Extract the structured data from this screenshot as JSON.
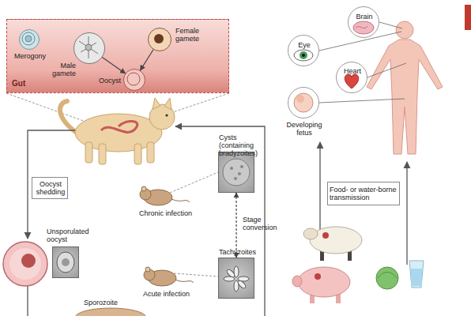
{
  "diagram": {
    "nodes": [
      {
        "text": [
          "Gut"
        ]
      },
      {
        "text": [
          "Merogony"
        ],
        "in": 0
      },
      {
        "text": [
          "Male gamete"
        ],
        "in": 0
      },
      {
        "text": [
          "Female gamete"
        ],
        "in": 0
      },
      {
        "text": [
          "Oocyst"
        ],
        "in": 0
      },
      {
        "text": [
          "Oocyst shedding"
        ]
      },
      {
        "text": [
          "Cysts (containing bradyzoites)"
        ]
      },
      {
        "text": [
          "Tachyzoites"
        ]
      },
      {
        "text": [
          "Unsporulated oocyst"
        ]
      },
      {
        "text": [
          "Food- or water-borne transmission"
        ]
      },
      {
        "text": [
          "Brain"
        ]
      },
      {
        "text": [
          "Eye"
        ]
      },
      {
        "text": [
          "Heart"
        ]
      },
      {
        "text": [
          "Developing fetus"
        ]
      }
    ],
    "edges": [
      {
        "from": 2,
        "to": 4,
        "arrow": "to"
      },
      {
        "from": 3,
        "to": 4,
        "arrow": "to"
      },
      {
        "from": 6,
        "to": 7,
        "label": "Stage conversion",
        "arrow": "both"
      }
    ],
    "labels": [
      "Chronic infection",
      "Acute infection",
      "Sporozoite"
    ]
  }
}
